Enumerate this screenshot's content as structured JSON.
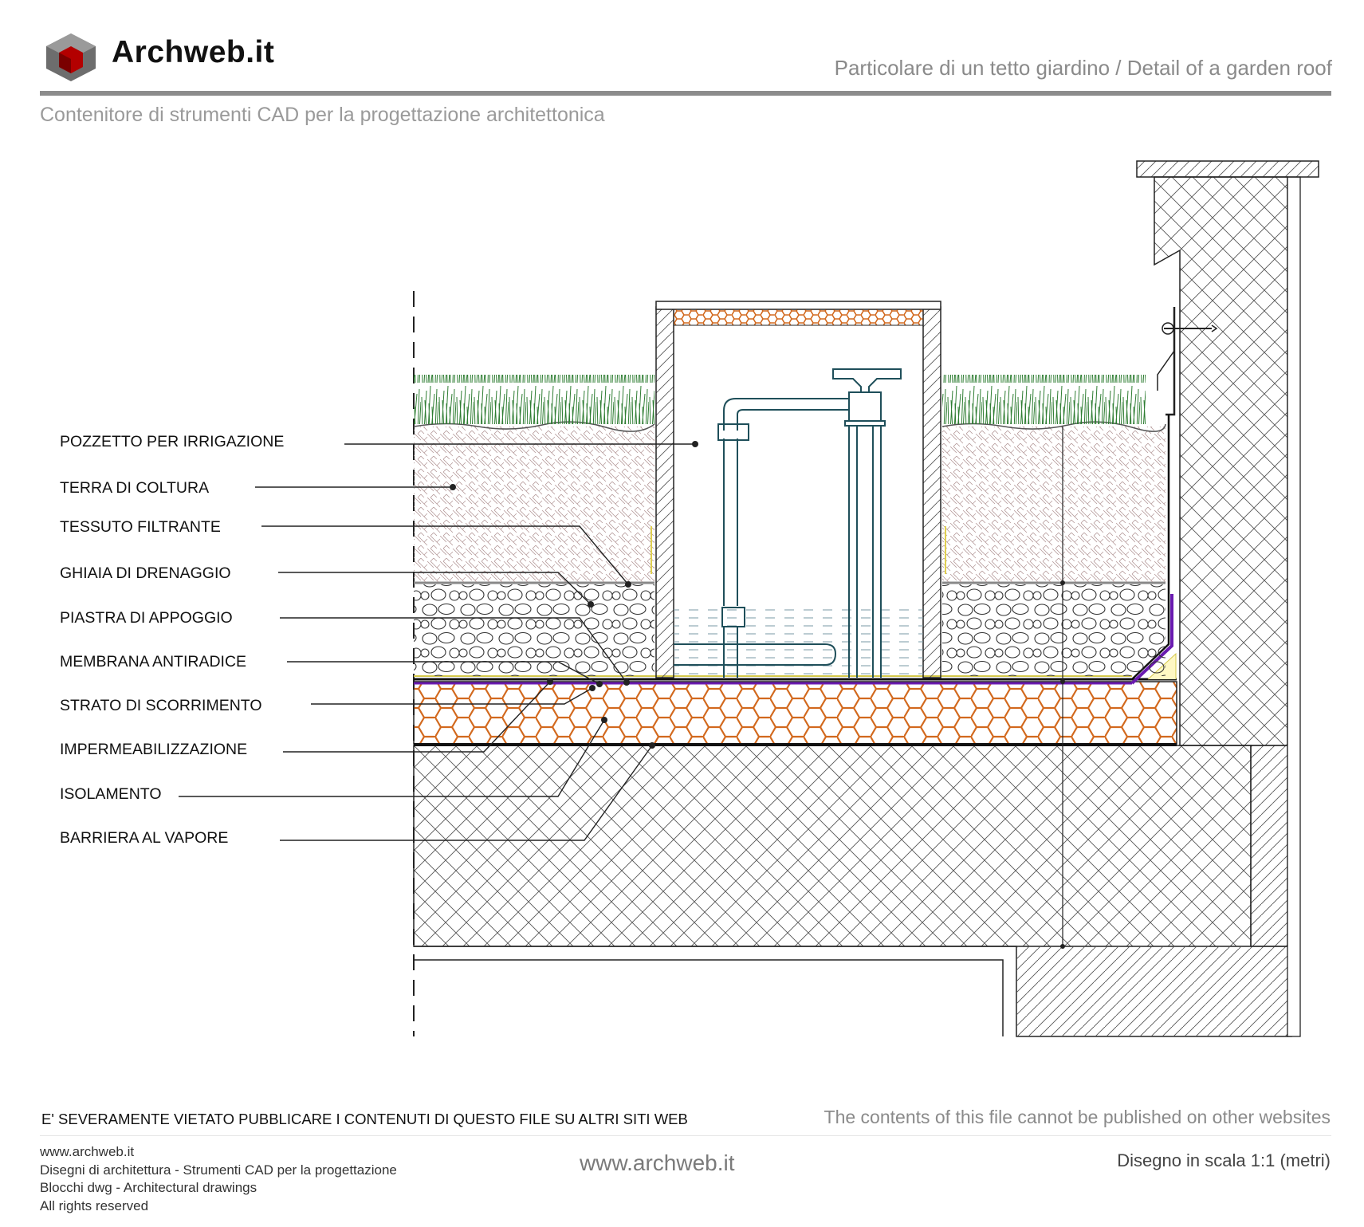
{
  "header": {
    "brand": "Archweb.it",
    "title": "Particolare di un tetto giardino  /  Detail of a garden roof",
    "subtitle": "Contenitore di strumenti CAD per la progettazione architettonica"
  },
  "labels": [
    "POZZETTO PER IRRIGAZIONE",
    "TERRA DI COLTURA",
    "TESSUTO FILTRANTE",
    "GHIAIA DI DRENAGGIO",
    "PIASTRA DI APPOGGIO",
    "MEMBRANA ANTIRADICE",
    "STRATO DI SCORRIMENTO",
    "IMPERMEABILIZZAZIONE",
    "ISOLAMENTO",
    "BARRIERA AL VAPORE"
  ],
  "footer": {
    "warning_it": "E' SEVERAMENTE VIETATO PUBBLICARE I CONTENUTI DI QUESTO FILE SU ALTRI SITI WEB",
    "warning_en": "The contents of this file cannot be published on other websites",
    "info_lines": [
      "www.archweb.it",
      "Disegni di architettura - Strumenti CAD  per la progettazione",
      "Blocchi dwg - Architectural drawings",
      "All rights reserved"
    ],
    "website": "www.archweb.it",
    "scale": "Disegno in scala 1:1 (metri)"
  },
  "colors": {
    "insulation": "#d2691e",
    "membrane": "#6a1bb0",
    "grass": "#2e7d32",
    "pipe": "#1f4f5a",
    "line": "#222222",
    "logo_red": "#b30000"
  },
  "icons": {
    "logo": "cube-logo-icon"
  }
}
